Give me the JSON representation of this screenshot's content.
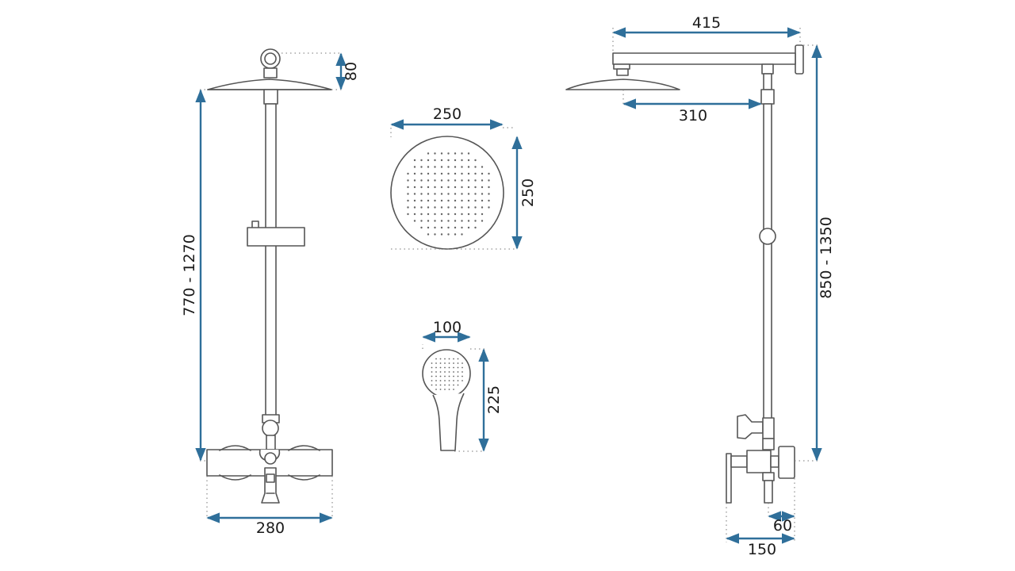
{
  "colors": {
    "dimension": "#2f6f9a",
    "outline": "#555555",
    "background": "#ffffff"
  },
  "dimensions": {
    "front_height": "770 - 1270",
    "front_top": "80",
    "front_width": "280",
    "head_width": "250",
    "head_height": "250",
    "hand_width": "100",
    "hand_height": "225",
    "side_arm": "415",
    "side_reach": "310",
    "side_height": "850 - 1350",
    "side_depth_small": "60",
    "side_depth": "150"
  }
}
